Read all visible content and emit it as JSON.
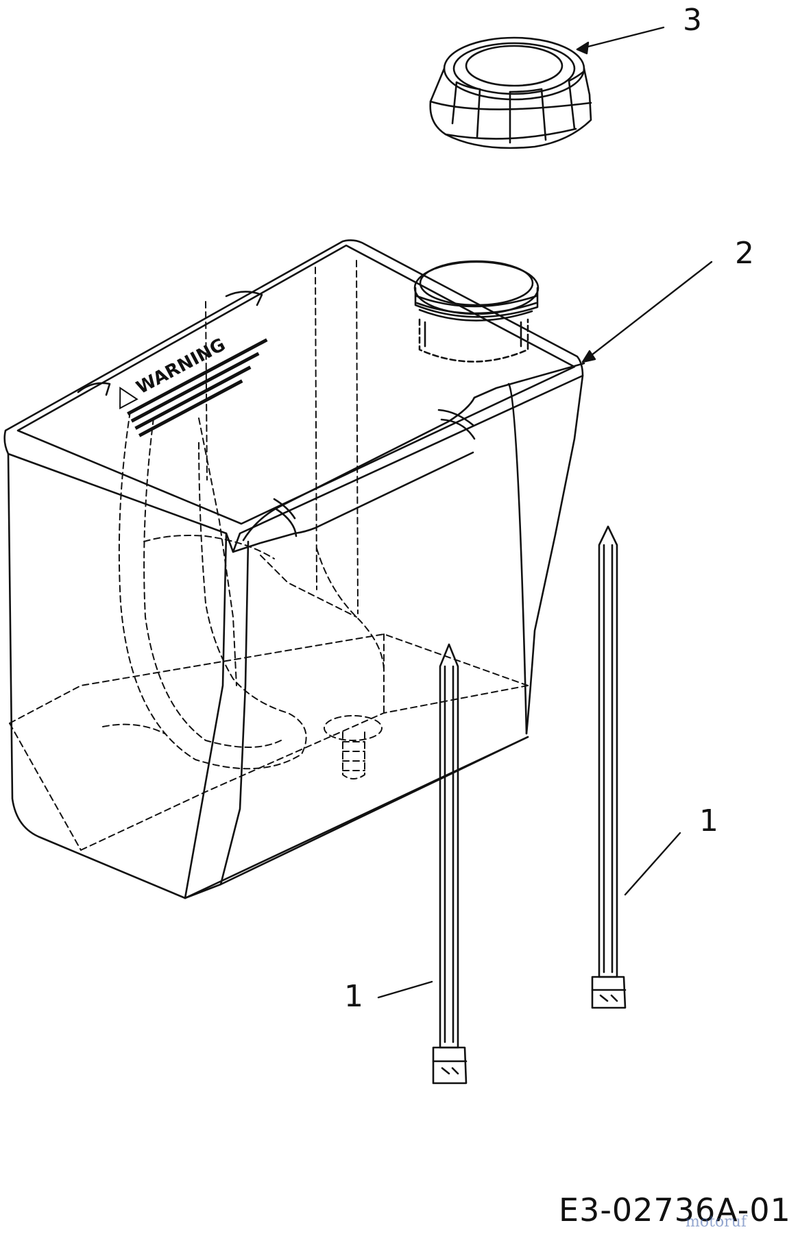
{
  "parts": [
    {
      "callout": "1",
      "name": "cable tie"
    },
    {
      "callout": "1",
      "name": "cable tie"
    },
    {
      "callout": "2",
      "name": "tank"
    },
    {
      "callout": "3",
      "name": "cap"
    }
  ],
  "labels": {
    "callout_1a": "1",
    "callout_1b": "1",
    "callout_2": "2",
    "callout_3": "3"
  },
  "tank_label": {
    "heading": "WARNING"
  },
  "drawing_id": "E3-02736A-01",
  "watermark": "motoruf",
  "colors": {
    "line": "#111111",
    "background": "#ffffff"
  }
}
